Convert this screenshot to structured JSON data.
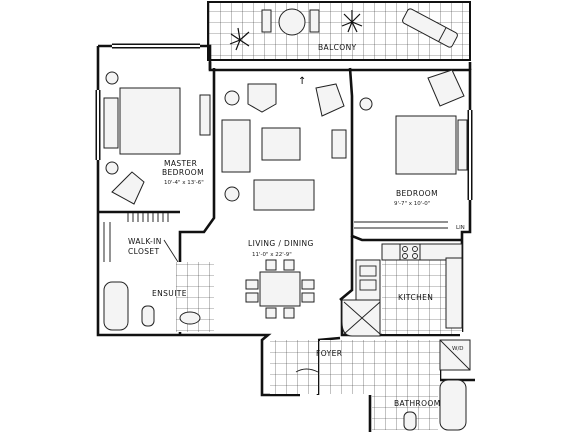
{
  "rooms": {
    "balcony": "BALCONY",
    "master_bedroom": "MASTER\nBEDROOM",
    "master_bedroom_dim": "10'-4\" x 13'-6\"",
    "walk_in_closet": "WALK-IN\nCLOSET",
    "ensuite": "ENSUITE",
    "living_dining": "LIVING / DINING",
    "living_dining_dim": "11'-0\" x 22'-9\"",
    "bedroom": "BEDROOM",
    "bedroom_dim": "9'-7\" x 10'-0\"",
    "kitchen": "KITCHEN",
    "foyer": "FOYER",
    "bathroom": "BATHROOM",
    "wd": "W/D",
    "linen": "LIN"
  }
}
